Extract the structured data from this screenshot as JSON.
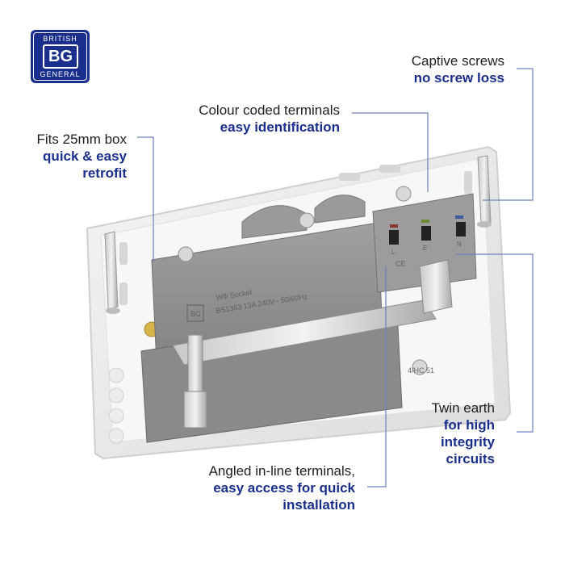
{
  "logo": {
    "top": "BRITISH",
    "mark": "BG",
    "bottom": "GENERAL"
  },
  "callouts": {
    "captive_screws": {
      "line1": "Captive screws",
      "line2": "no screw loss"
    },
    "colour_coded": {
      "line1": "Colour coded terminals",
      "line2": "easy identification"
    },
    "fits_box": {
      "line1": "Fits 25mm box",
      "line2": "quick & easy",
      "line3": "retrofit"
    },
    "twin_earth": {
      "line1": "Twin earth",
      "line2": "for high",
      "line3": "integrity",
      "line4": "circuits"
    },
    "angled": {
      "line1": "Angled in-line terminals,",
      "line2": "easy access for quick",
      "line3": "installation"
    }
  },
  "product_marking": {
    "socket_text": "Wifi Socket",
    "rating": "BS1363 13A 240V~ 50/60Hz",
    "ce": "CE",
    "terminal_letters": [
      "L",
      "E",
      "N"
    ],
    "code": "4/HC 51"
  },
  "colors": {
    "brand_blue": "#1a2f8c",
    "leader_line": "#6e7fbf",
    "body_grey": "#8f8f8f"
  }
}
